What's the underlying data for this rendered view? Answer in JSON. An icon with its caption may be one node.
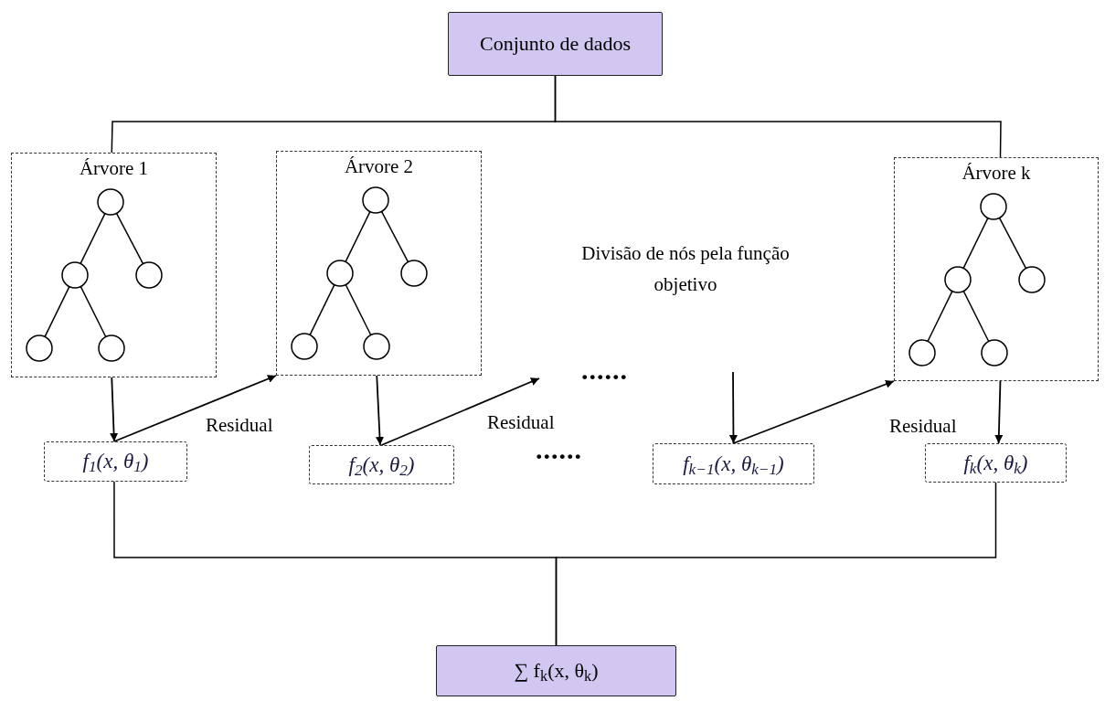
{
  "diagram": {
    "nodes": [
      {
        "text": [
          "Conjunto de dados"
        ]
      },
      {
        "text": [
          "Árvore 1"
        ]
      },
      {
        "text": [
          "Árvore 2"
        ]
      },
      {
        "text": [
          "Árvore k"
        ]
      },
      {
        "text": [
          "f$_{1}$(x, θ$_{1}$)"
        ]
      },
      {
        "text": [
          "f$_{2}$(x, θ$_{2}$)"
        ]
      },
      {
        "text": [
          "f$_{k−1}$(x, θ$_{k−1}$)"
        ]
      },
      {
        "text": [
          "f$_{k}$(x, θ$_{k}$)"
        ]
      },
      {
        "text": [
          "∑ f$_{k}$(x, θ$_{k}$)"
        ]
      }
    ],
    "edges": [
      {
        "from": 0,
        "to": 1,
        "arrow": "none"
      },
      {
        "from": 0,
        "to": 3,
        "arrow": "none"
      },
      {
        "from": 1,
        "to": 4,
        "arrow": "to"
      },
      {
        "from": 4,
        "to": 2,
        "arrow": "to",
        "label": "Residual"
      },
      {
        "from": 2,
        "to": 5,
        "arrow": "to"
      },
      {
        "from": 5,
        "to": null,
        "arrow": "to",
        "label": "Residual"
      },
      {
        "from": null,
        "to": 6,
        "arrow": "to"
      },
      {
        "from": 6,
        "to": 3,
        "arrow": "to",
        "label": "Residual"
      },
      {
        "from": 3,
        "to": 7,
        "arrow": "to"
      },
      {
        "from": 4,
        "to": 8,
        "arrow": "none"
      },
      {
        "from": 7,
        "to": 8,
        "arrow": "none"
      }
    ],
    "labels": [
      "Divisão de nós pela função objetivo",
      "......",
      "......"
    ]
  }
}
